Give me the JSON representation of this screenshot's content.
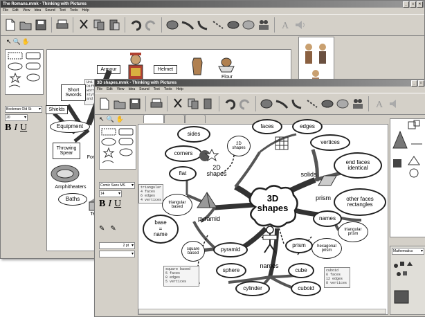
{
  "back_window": {
    "title": "The Romans.mmk - Thinking with Pictures",
    "menu": [
      "File",
      "Edit",
      "View",
      "Idea",
      "Sound",
      "Text",
      "Tools",
      "Help"
    ],
    "font_select": "Bookman Old St",
    "size_select": "20",
    "map": {
      "armour": "Armour",
      "helmet": "Helmet",
      "flour": "Flour",
      "short_swords": "Short\nSwords",
      "shields": "Shields",
      "equipment": "Equipment",
      "throwing_spear": "Throwing\nSpear",
      "fort": "Fort",
      "amphitheaters": "Amphitheaters",
      "baths": "Baths",
      "temples": "Ten",
      "note_snippet": "Uni\nDiffe\nworn\nstyle\nand c"
    }
  },
  "front_window": {
    "title": "3D shapes.mmk - Thinking with Pictures",
    "menu": [
      "File",
      "Edit",
      "View",
      "Idea",
      "Sound",
      "Text",
      "Tools",
      "Help"
    ],
    "font_select": "Comic Sans MS",
    "size_select": "14",
    "line_select": "2 pt",
    "library_select": "Mathematics",
    "map": {
      "center": "3D\nshapes",
      "sides": "sides",
      "faces": "faces",
      "edges": "edges",
      "corners": "corners",
      "twod_shapes_small": "2D\nshapes",
      "vertices": "vertices",
      "flat": "flat",
      "twod_shapes": "2D\nshapes",
      "solids": "solids",
      "end_faces": "end faces\nidentical",
      "other_faces": "other faces\nrectangles",
      "triangular_based": "triangular\nbased",
      "pyramid": "pyramid",
      "prism": "prism",
      "names_right": "names",
      "triangular_prism": "triangular\nprism",
      "hexagonal_prism": "hexagonal\nprism",
      "prism_lower": "prism",
      "base_name": "base\n=\nname",
      "pyramid_lower": "pyramid",
      "square_based": "square\nbased",
      "sphere": "sphere",
      "names_center": "names",
      "cube": "cube",
      "cylinder": "cylinder",
      "cuboid": "cuboid",
      "note_triangular": "triangular\n4 faces\n6 edges\n4 vertices",
      "note_square": "square based\n5 faces\n8 edges\n5 vertices",
      "note_cuboid": "cuboid\n6 faces\n12 edges\n8 vertices"
    }
  }
}
